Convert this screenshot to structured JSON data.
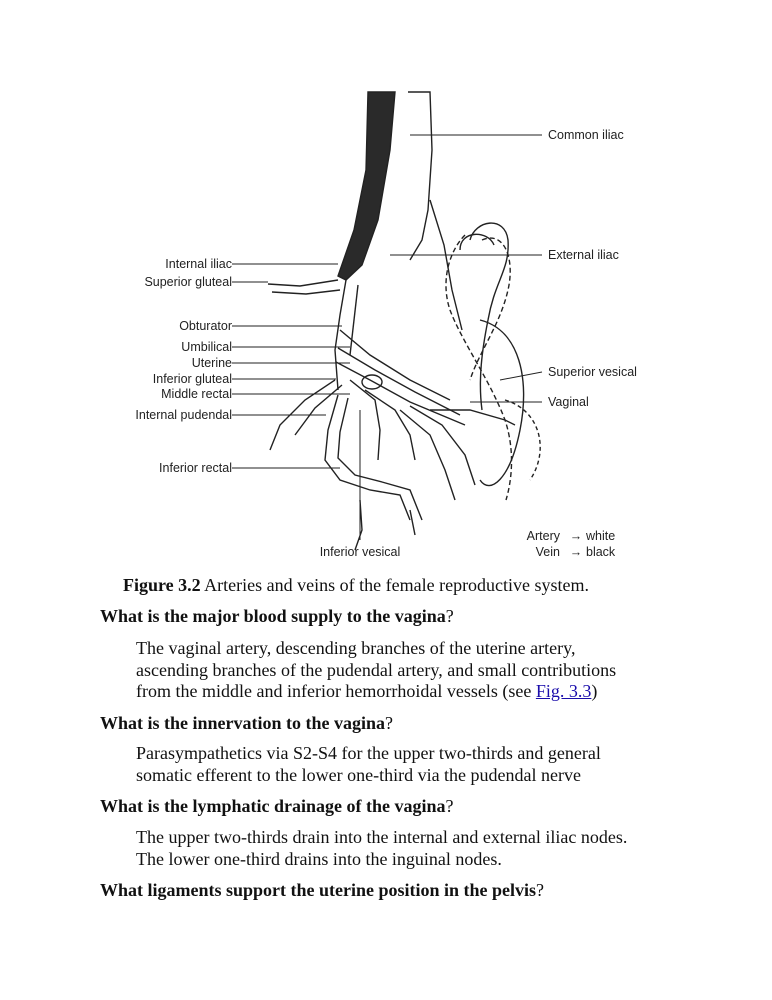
{
  "figure": {
    "labels_left": {
      "internal_iliac": "Internal iliac",
      "superior_gluteal": "Superior gluteal",
      "obturator": "Obturator",
      "umbilical": "Umbilical",
      "uterine": "Uterine",
      "inferior_gluteal": "Inferior gluteal",
      "middle_rectal": "Middle rectal",
      "internal_pudendal": "Internal pudendal",
      "inferior_rectal": "Inferior rectal"
    },
    "labels_right": {
      "common_iliac": "Common iliac",
      "external_iliac": "External iliac",
      "superior_vesical": "Superior vesical",
      "vaginal": "Vaginal"
    },
    "label_bottom": "Inferior vesical",
    "legend": {
      "artery": "Artery",
      "artery_color": "white",
      "vein": "Vein",
      "vein_color": "black",
      "arrow": "→"
    }
  },
  "caption": {
    "number": "Figure 3.2",
    "text": " Arteries and veins of the female reproductive system."
  },
  "qa": [
    {
      "question": "What is the major blood supply to the vagina",
      "mark": "?",
      "answer_lines": [
        "The vaginal artery, descending branches of the uterine artery,",
        "ascending branches of the pudendal artery, and small contributions"
      ],
      "answer_tail": "from the middle and inferior hemorrhoidal vessels (see ",
      "answer_link": "Fig. 3.3",
      "answer_close": ")"
    },
    {
      "question": "What is the innervation to the vagina",
      "mark": "?",
      "answer_lines": [
        "Parasympathetics via S2-S4 for the upper two-thirds and general",
        "somatic efferent to the lower one-third via the pudendal nerve"
      ]
    },
    {
      "question": "What is the lymphatic drainage of the vagina",
      "mark": "?",
      "answer_lines": [
        "The upper two-thirds drain into the internal and external iliac nodes.",
        "The lower one-third drains into the inguinal nodes."
      ]
    },
    {
      "question": "What ligaments support the uterine position in the pelvis",
      "mark": "?"
    }
  ]
}
